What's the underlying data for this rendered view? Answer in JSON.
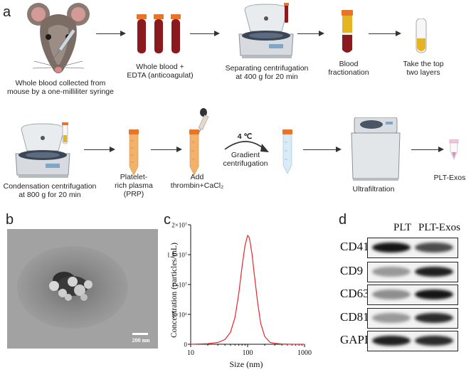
{
  "panels": {
    "a": "a",
    "b": "b",
    "c": "c",
    "d": "d"
  },
  "workflow": {
    "row1": [
      {
        "caption": "Whole blood collected from\nmouse by a one-milliliter syringe",
        "icon": "mouse-syringe-icon"
      },
      {
        "caption": "Whole blood +\nEDTA (anticoagulat)",
        "icon": "blood-tubes-icon"
      },
      {
        "caption": "Separating centrifugation\nat 400 g for 20 min",
        "icon": "centrifuge-icon"
      },
      {
        "caption": "Blood\nfractionation",
        "icon": "fractionated-tube-icon"
      },
      {
        "caption": "Take the top\ntwo layers",
        "icon": "yellow-tube-icon"
      }
    ],
    "row2": [
      {
        "caption": "Condensation centrifugation\nat 800 g for 20 min",
        "icon": "centrifuge-icon"
      },
      {
        "caption": "Platelet-\nrich plasma\n(PRP)",
        "icon": "prp-tube-icon"
      },
      {
        "caption": "Add\nthrombin+CaCl₂",
        "icon": "dropper-tube-icon"
      },
      {
        "caption": "Gradient\ncentrifugation",
        "temperature": "4 ℃",
        "icon": "curved-arrow-icon"
      },
      {
        "caption": "Ultrafiltration",
        "icon": "ultrafiltration-machine-icon"
      },
      {
        "caption": "PLT-Exos",
        "icon": "exosome-tube-icon"
      }
    ]
  },
  "tem": {
    "scale_label": "200 nm"
  },
  "colors": {
    "curve": "#e8262b",
    "blood": "#8b1a1f",
    "plasma": "#e6b422",
    "cap": "#e8742a"
  },
  "chart_data": {
    "type": "line",
    "xlabel": "Size (nm)",
    "ylabel": "Concentration (particles/mL)",
    "xscale": "log",
    "xlim": [
      10,
      1000
    ],
    "ylim": [
      0,
      20000000
    ],
    "xticks": [
      10,
      100,
      1000
    ],
    "xtick_labels": [
      "10",
      "100",
      "1000"
    ],
    "yticks": [
      0,
      5000000,
      10000000,
      15000000,
      20000000
    ],
    "ytick_labels": [
      "0",
      "5×10⁶",
      "1×10⁷",
      "1.5×10⁷",
      "2×10⁷"
    ],
    "grid": false,
    "series": [
      {
        "x": [
          10,
          20,
          30,
          40,
          50,
          60,
          70,
          80,
          90,
          100,
          105,
          110,
          120,
          130,
          150,
          170,
          200,
          250,
          300,
          400,
          600,
          1000
        ],
        "y": [
          0,
          100000,
          300000,
          800000,
          2000000,
          4500000,
          8500000,
          13000000,
          16500000,
          18200000,
          18000000,
          17300000,
          15000000,
          12000000,
          7000000,
          3500000,
          1300000,
          300000,
          150000,
          50000,
          0,
          0
        ]
      }
    ]
  },
  "western_blot": {
    "columns": [
      "PLT",
      "PLT-Exos"
    ],
    "rows": [
      {
        "label": "CD41",
        "bands": [
          0.95,
          0.7
        ]
      },
      {
        "label": "CD9",
        "bands": [
          0.35,
          0.9
        ]
      },
      {
        "label": "CD63",
        "bands": [
          0.4,
          0.95
        ]
      },
      {
        "label": "CD81",
        "bands": [
          0.35,
          0.85
        ]
      },
      {
        "label": "GAPDH",
        "bands": [
          0.9,
          0.85
        ]
      }
    ]
  }
}
